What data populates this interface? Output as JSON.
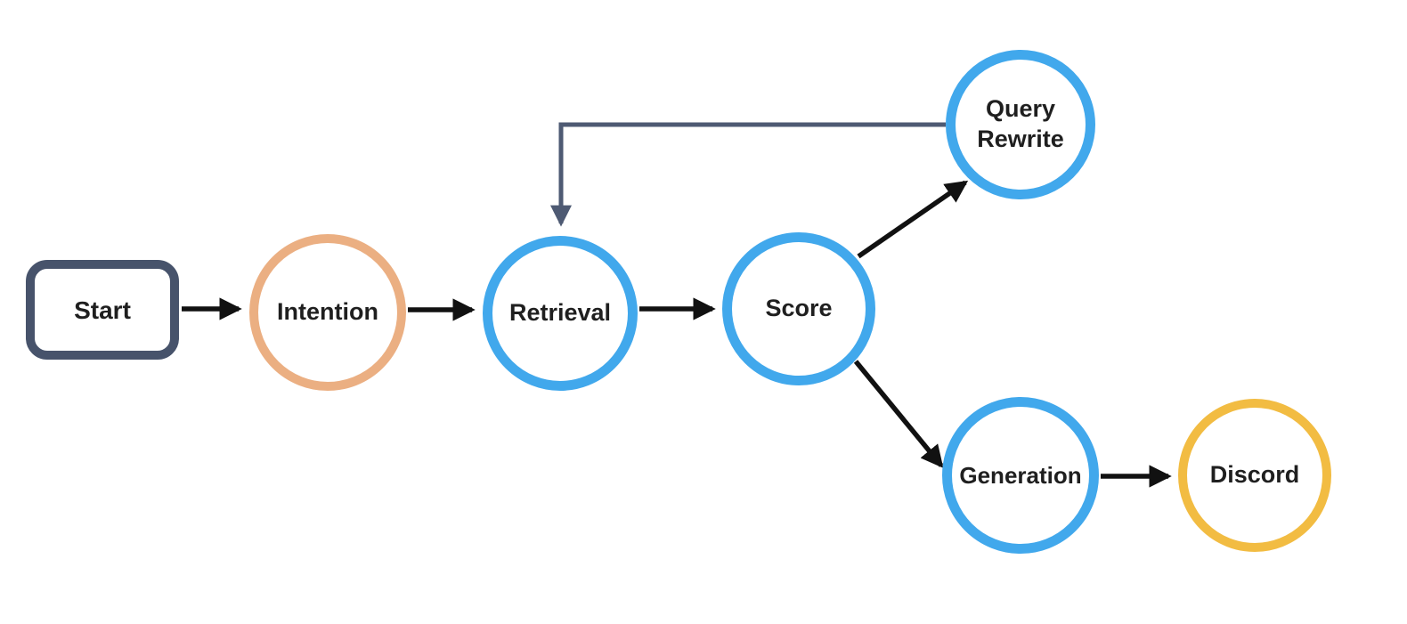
{
  "diagram": {
    "type": "flowchart",
    "background_color": "#ffffff",
    "text_color": "#1f1f1f",
    "nodes": {
      "start": {
        "label": "Start",
        "shape": "rounded-rect",
        "border_color": "#47536B"
      },
      "intention": {
        "label": "Intention",
        "shape": "circle",
        "border_color": "#EBAF82"
      },
      "retrieval": {
        "label": "Retrieval",
        "shape": "circle",
        "border_color": "#41A8EC"
      },
      "score": {
        "label": "Score",
        "shape": "circle",
        "border_color": "#41A8EC"
      },
      "query_rewrite": {
        "label": "Query Rewrite",
        "lines": [
          "Query",
          "Rewrite"
        ],
        "shape": "circle",
        "border_color": "#41A8EC"
      },
      "generation": {
        "label": "Generation",
        "shape": "circle",
        "border_color": "#41A8EC"
      },
      "discord": {
        "label": "Discord",
        "shape": "circle",
        "border_color": "#F2BC42"
      }
    },
    "edges": [
      {
        "from": "start",
        "to": "intention",
        "color": "#111111",
        "style": "solid-arrow"
      },
      {
        "from": "intention",
        "to": "retrieval",
        "color": "#111111",
        "style": "solid-arrow"
      },
      {
        "from": "retrieval",
        "to": "score",
        "color": "#111111",
        "style": "solid-arrow"
      },
      {
        "from": "score",
        "to": "query_rewrite",
        "color": "#111111",
        "style": "solid-arrow"
      },
      {
        "from": "score",
        "to": "generation",
        "color": "#111111",
        "style": "solid-arrow"
      },
      {
        "from": "generation",
        "to": "discord",
        "color": "#111111",
        "style": "solid-arrow"
      },
      {
        "from": "query_rewrite",
        "to": "retrieval",
        "color": "#4E5A73",
        "style": "feedback-elbow-arrow"
      }
    ]
  }
}
